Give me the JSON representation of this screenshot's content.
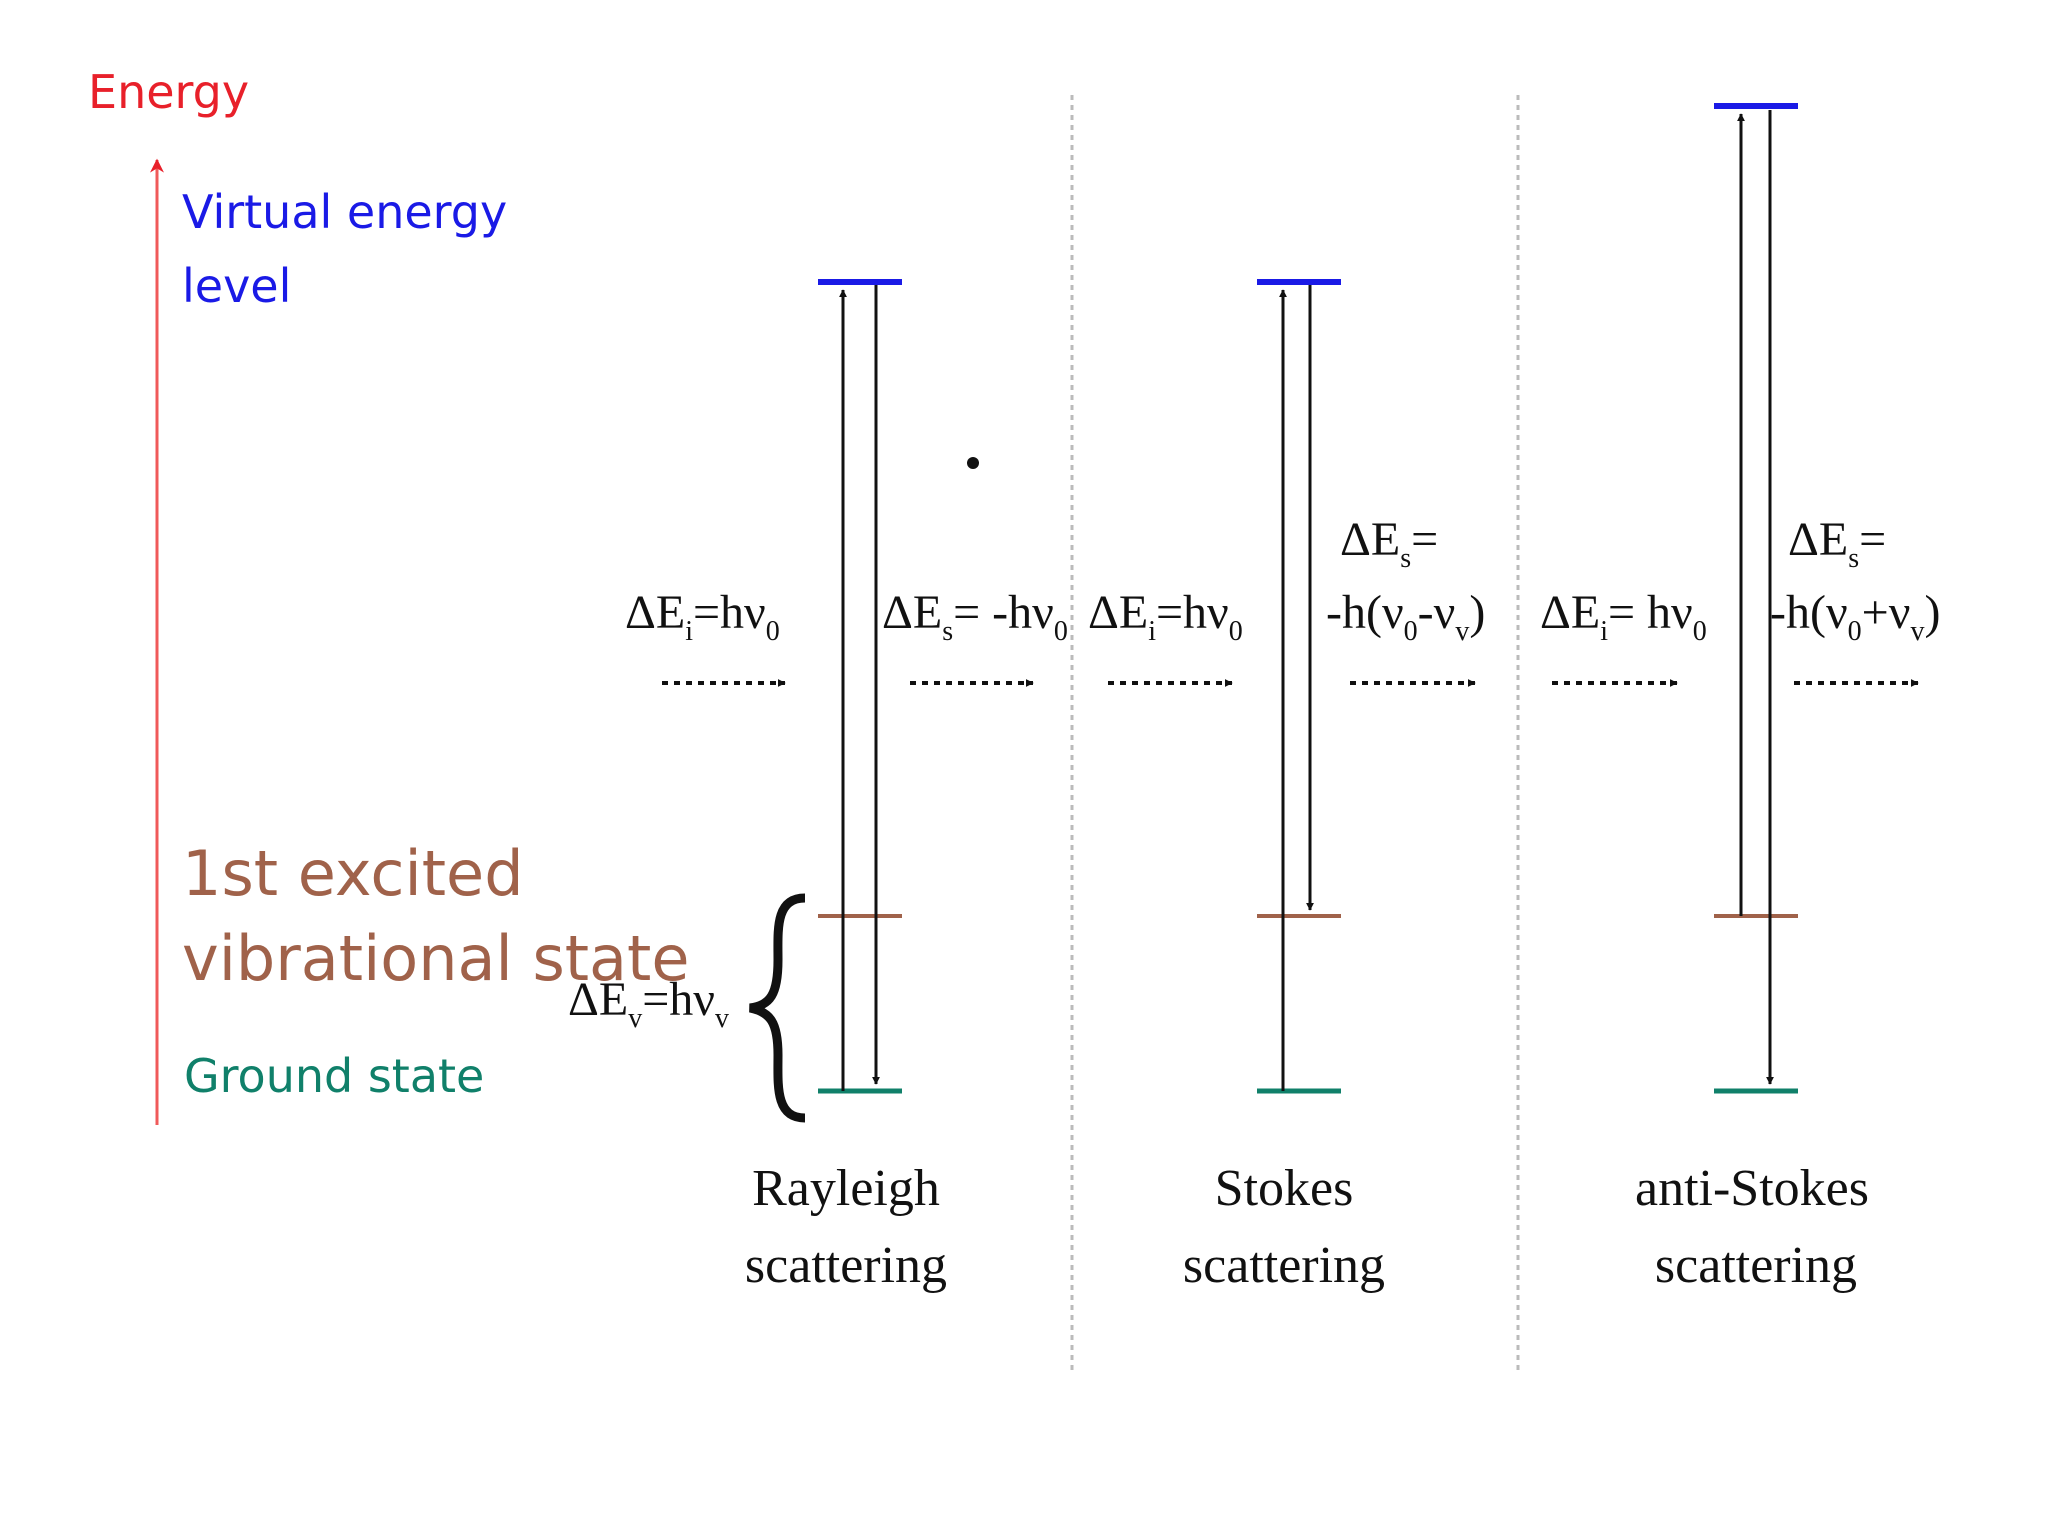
{
  "axis": {
    "label": "Energy"
  },
  "levels": {
    "virtual": "Virtual energy level",
    "virtual_line1": "Virtual energy",
    "virtual_line2": "level",
    "excited": "1st excited vibrational state",
    "excited_line1": "1st excited",
    "excited_line2": "vibrational state",
    "ground": "Ground state"
  },
  "vib_gap": {
    "prefix": "ΔE",
    "sub": "v",
    "eq": "=hν",
    "sub2": "v"
  },
  "panels": [
    {
      "title_line1": "Rayleigh",
      "title_line2": "scattering",
      "incident": {
        "prefix": "ΔE",
        "sub": "i",
        "eq": "=hν",
        "sub2": "0"
      },
      "emitted": {
        "prefix": "ΔE",
        "sub": "s",
        "eq": "= -hν",
        "sub2": "0"
      }
    },
    {
      "title_line1": "Stokes",
      "title_line2": "scattering",
      "incident": {
        "prefix": "ΔE",
        "sub": "i",
        "eq": "=hν",
        "sub2": "0"
      },
      "emitted": {
        "line1_prefix": "ΔE",
        "line1_sub": "s",
        "line1_eq": "=",
        "line2_a": "-h(ν",
        "line2_sub_a": "0",
        "line2_b": "-ν",
        "line2_sub_b": "v",
        "line2_c": ")"
      }
    },
    {
      "title_line1": "anti-Stokes",
      "title_line2": "scattering",
      "incident": {
        "prefix": "ΔE",
        "sub": "i",
        "eq": "= hν",
        "sub2": "0"
      },
      "emitted": {
        "line1_prefix": "ΔE",
        "line1_sub": "s",
        "line1_eq": "=",
        "line2_a": "-h(ν",
        "line2_sub_a": "0",
        "line2_b": "+ν",
        "line2_sub_b": "v",
        "line2_c": ")"
      }
    }
  ],
  "colors": {
    "energy": "#e8202a",
    "virtual": "#1a1ae6",
    "excited": "#a0624a",
    "ground": "#10806a",
    "ink": "#111111",
    "divider": "#bbbbbb"
  }
}
